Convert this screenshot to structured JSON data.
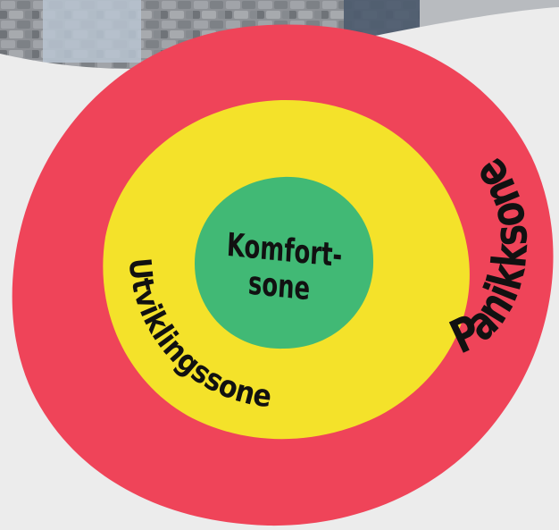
{
  "diagram": {
    "zones": [
      {
        "id": "panic",
        "label": "Panikksone",
        "color": "#ef4459"
      },
      {
        "id": "growth",
        "label": "Utviklingssone",
        "color": "#f4e22a"
      },
      {
        "id": "comfort",
        "label_line1": "Komfort-",
        "label_line2": "sone",
        "color": "#41b975"
      }
    ],
    "background_photo_colors": [
      "#8c8f95",
      "#6e7278",
      "#a3a6ab"
    ],
    "backdrop_color": "#ececec",
    "text_color": "#111111"
  }
}
